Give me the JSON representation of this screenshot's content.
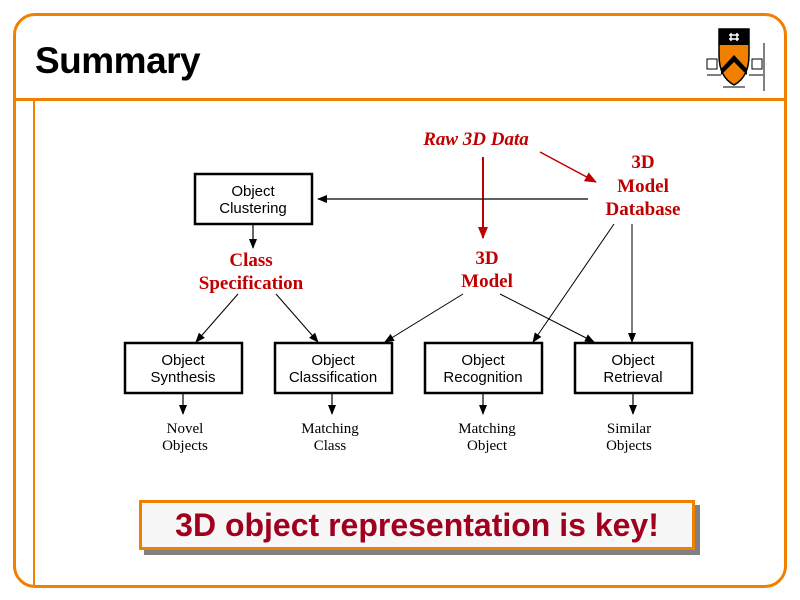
{
  "slide": {
    "title": "Summary",
    "logo_icon": "princeton-shield-icon",
    "accent_color": "#f28000",
    "label_color": "#c00000"
  },
  "diagram": {
    "sources": {
      "raw_data": "Raw 3D Data",
      "model_database": [
        "3D",
        "Model",
        "Database"
      ],
      "model": [
        "3D",
        "Model"
      ],
      "class_specification": [
        "Class",
        "Specification"
      ]
    },
    "nodes": {
      "clustering": [
        "Object",
        "Clustering"
      ],
      "synthesis": [
        "Object",
        "Synthesis"
      ],
      "classification": [
        "Object",
        "Classification"
      ],
      "recognition": [
        "Object",
        "Recognition"
      ],
      "retrieval": [
        "Object",
        "Retrieval"
      ]
    },
    "outputs": {
      "synthesis": [
        "Novel",
        "Objects"
      ],
      "classification": [
        "Matching",
        "Class"
      ],
      "recognition": [
        "Matching",
        "Object"
      ],
      "retrieval": [
        "Similar",
        "Objects"
      ]
    }
  },
  "callout": {
    "text": "3D object representation is key!"
  }
}
